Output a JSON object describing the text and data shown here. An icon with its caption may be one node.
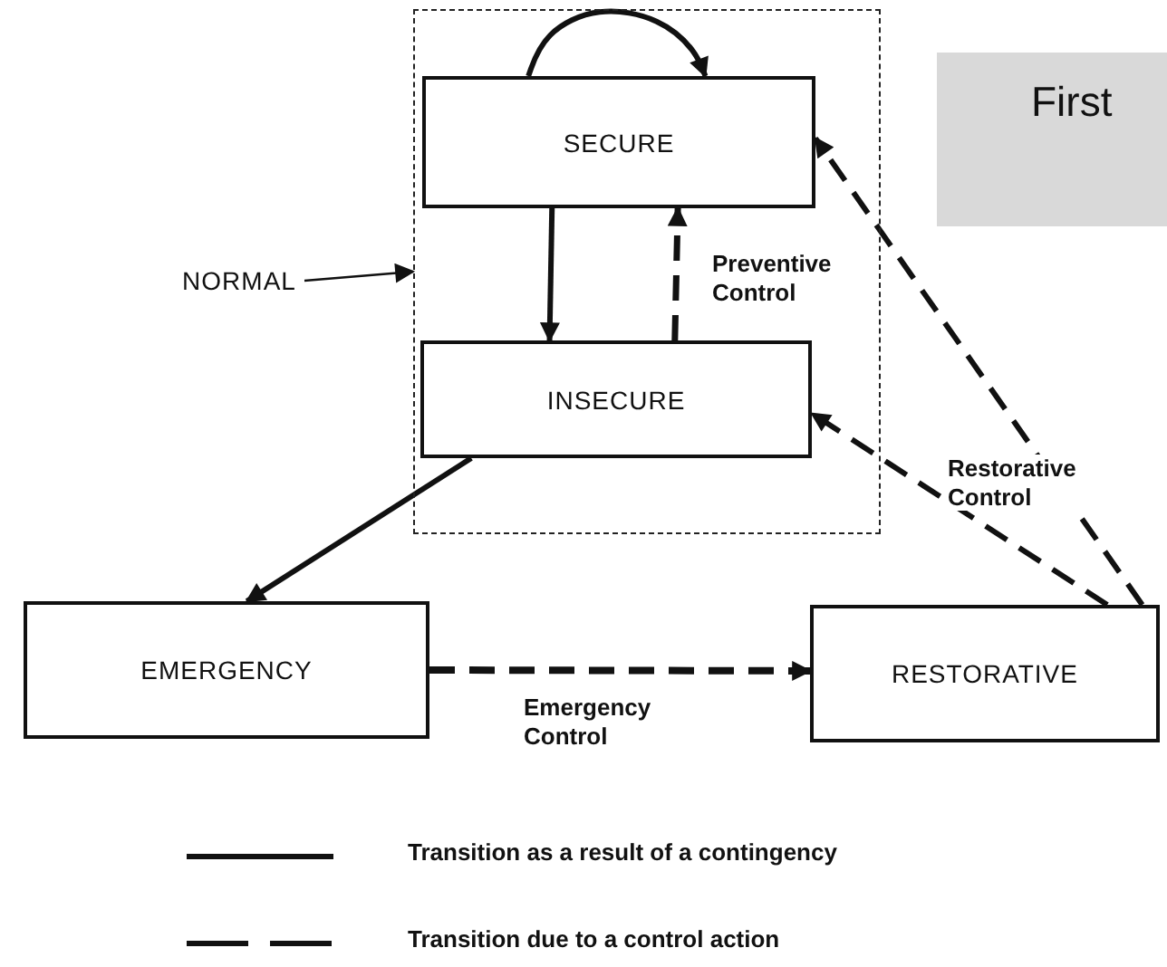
{
  "diagram": {
    "nodes": [
      {
        "text": [
          "NORMAL"
        ]
      },
      {
        "text": [],
        "shape": "box"
      },
      {
        "text": [
          "SECURE"
        ],
        "in": 1
      },
      {
        "text": [
          "INSECURE"
        ],
        "in": 1
      },
      {
        "text": [
          "EMERGENCY"
        ]
      },
      {
        "text": [
          "RESTORATIVE"
        ]
      },
      {
        "text": [
          "First"
        ]
      }
    ],
    "edges": [
      {
        "from": 0,
        "to": 1,
        "arrow": "to"
      },
      {
        "from": 2,
        "to": 2,
        "arrow": "to"
      },
      {
        "from": 2,
        "to": 3,
        "arrow": "to"
      },
      {
        "from": 3,
        "to": 2,
        "arrow": "to",
        "label": "Preventive Control",
        "style": "dashed"
      },
      {
        "from": 5,
        "to": 2,
        "arrow": "to",
        "style": "dashed"
      },
      {
        "from": 5,
        "to": 3,
        "arrow": "to",
        "label": "Restorative Control",
        "style": "dashed"
      },
      {
        "from": 3,
        "to": 4,
        "arrow": "to"
      },
      {
        "from": 4,
        "to": 5,
        "arrow": "to",
        "label": "Emergency Control",
        "style": "dashed"
      }
    ],
    "legend": [
      {
        "text": "Transition as a result of a contingency"
      },
      {
        "text": "Transition due to a control action"
      }
    ]
  }
}
